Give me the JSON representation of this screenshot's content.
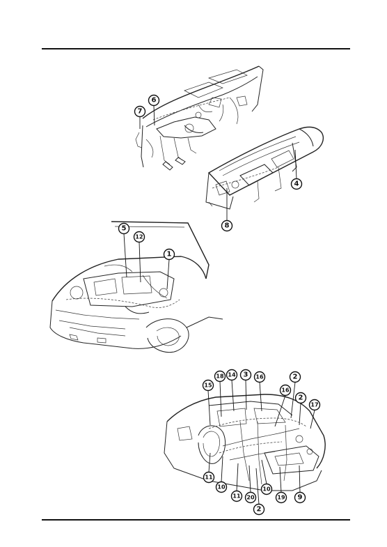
{
  "figure": {
    "callouts": [
      {
        "id": "c7",
        "label": "7"
      },
      {
        "id": "c6",
        "label": "6"
      },
      {
        "id": "c4",
        "label": "4"
      },
      {
        "id": "c8",
        "label": "8"
      },
      {
        "id": "c5",
        "label": "5"
      },
      {
        "id": "c12",
        "label": "12"
      },
      {
        "id": "c1",
        "label": "1"
      },
      {
        "id": "c18",
        "label": "18"
      },
      {
        "id": "c14",
        "label": "14"
      },
      {
        "id": "c3",
        "label": "3"
      },
      {
        "id": "c16a",
        "label": "16"
      },
      {
        "id": "c2a",
        "label": "2"
      },
      {
        "id": "c15",
        "label": "15"
      },
      {
        "id": "c16b",
        "label": "16"
      },
      {
        "id": "c2b",
        "label": "2"
      },
      {
        "id": "c17",
        "label": "17"
      },
      {
        "id": "c11a",
        "label": "11"
      },
      {
        "id": "c10a",
        "label": "10"
      },
      {
        "id": "c10b",
        "label": "10"
      },
      {
        "id": "c11b",
        "label": "11"
      },
      {
        "id": "c20",
        "label": "20"
      },
      {
        "id": "c19",
        "label": "19"
      },
      {
        "id": "c9",
        "label": "9"
      },
      {
        "id": "c2c",
        "label": "2"
      }
    ]
  }
}
